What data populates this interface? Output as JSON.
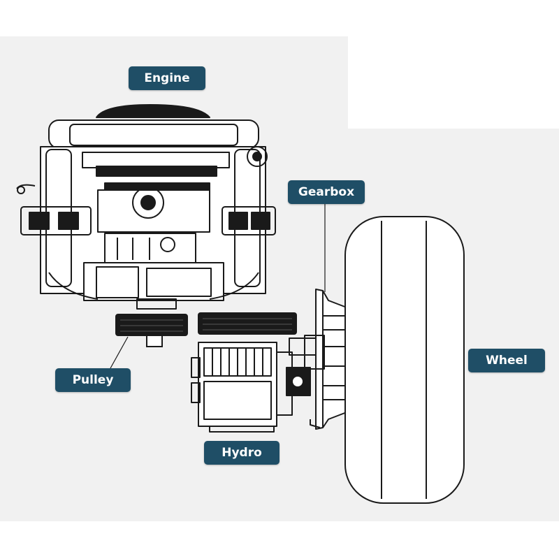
{
  "labels": {
    "engine": "Engine",
    "gearbox": "Gearbox",
    "wheel": "Wheel",
    "pulley": "Pulley",
    "hydro": "Hydro"
  },
  "colors": {
    "label_background": "#1f4e66",
    "label_text": "#ffffff",
    "panel_background": "#f1f1f1",
    "line_art": "#1a1a1a"
  }
}
